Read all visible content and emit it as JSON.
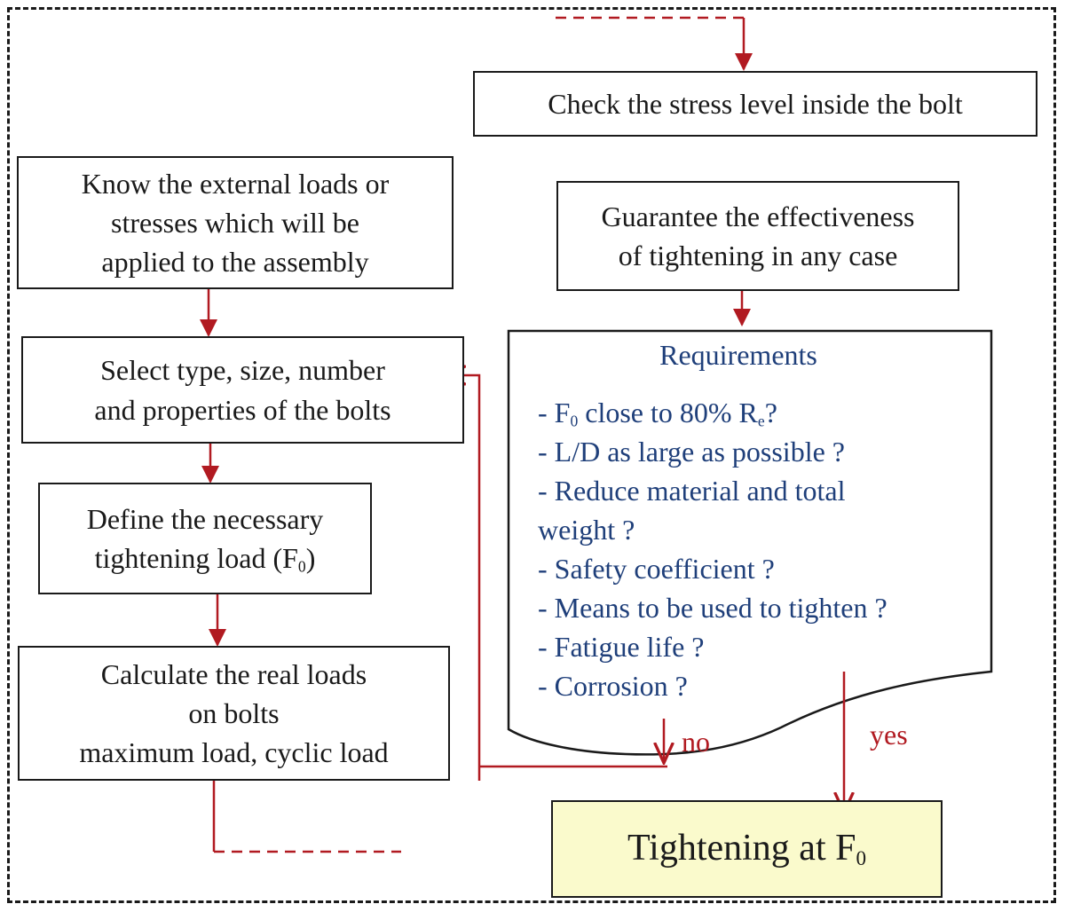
{
  "diagram": {
    "colors": {
      "border": "#1a1a1a",
      "arrow": "#b11a21",
      "requirements_text": "#1f3f7a",
      "final_box_fill": "#fafacc"
    },
    "boxes": {
      "check_stress": "Check the stress level inside the bolt",
      "know_loads": [
        "Know the external loads or",
        "stresses which will be",
        "applied to the assembly"
      ],
      "guarantee": [
        "Guarantee the effectiveness",
        "of tightening in any case"
      ],
      "select_type": [
        "Select type, size, number",
        "and properties of the bolts"
      ],
      "define_load": {
        "line1": "Define the necessary",
        "line2_text": "tightening load (F",
        "line2_sub": "0",
        "line2_close": ")"
      },
      "calculate": [
        "Calculate the real loads",
        "on bolts",
        "maximum load, cyclic load"
      ],
      "final": {
        "text": "Tightening  at F",
        "sub": "0"
      }
    },
    "requirements": {
      "title": "Requirements",
      "item1": {
        "prefix": "- F",
        "sub1": "0",
        "middle": " close to 80% R",
        "sub2": "e",
        "suffix": "?"
      },
      "items": [
        "- L/D as large as possible ?",
        "- Reduce material and total",
        "weight ?",
        "- Safety coefficient ?",
        "- Means to be used to tighten ?",
        "- Fatigue life ?",
        "- Corrosion ?"
      ]
    },
    "labels": {
      "no": "no",
      "yes": "yes"
    }
  }
}
